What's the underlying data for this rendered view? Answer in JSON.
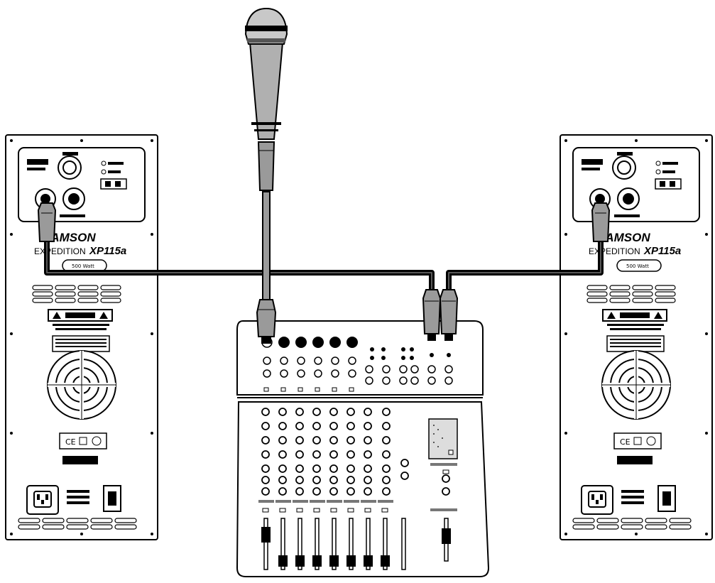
{
  "speakers": [
    {
      "brand": "SAMSON",
      "series": "EXPEDITION",
      "model": "XP115a",
      "power": "500 Watt"
    },
    {
      "brand": "SAMSON",
      "series": "EXPEDITION",
      "model": "XP115a",
      "power": "500 Watt"
    }
  ],
  "colors": {
    "line": "#000000",
    "panel": "#ffffff",
    "cable": "#111111",
    "plug": "#9a9a9a",
    "mic_body": "#b0b0b0"
  },
  "icons": [
    "microphone-icon",
    "mixer-icon",
    "speaker-icon",
    "xlr-plug-icon",
    "power-inlet-icon",
    "warning-icon"
  ]
}
